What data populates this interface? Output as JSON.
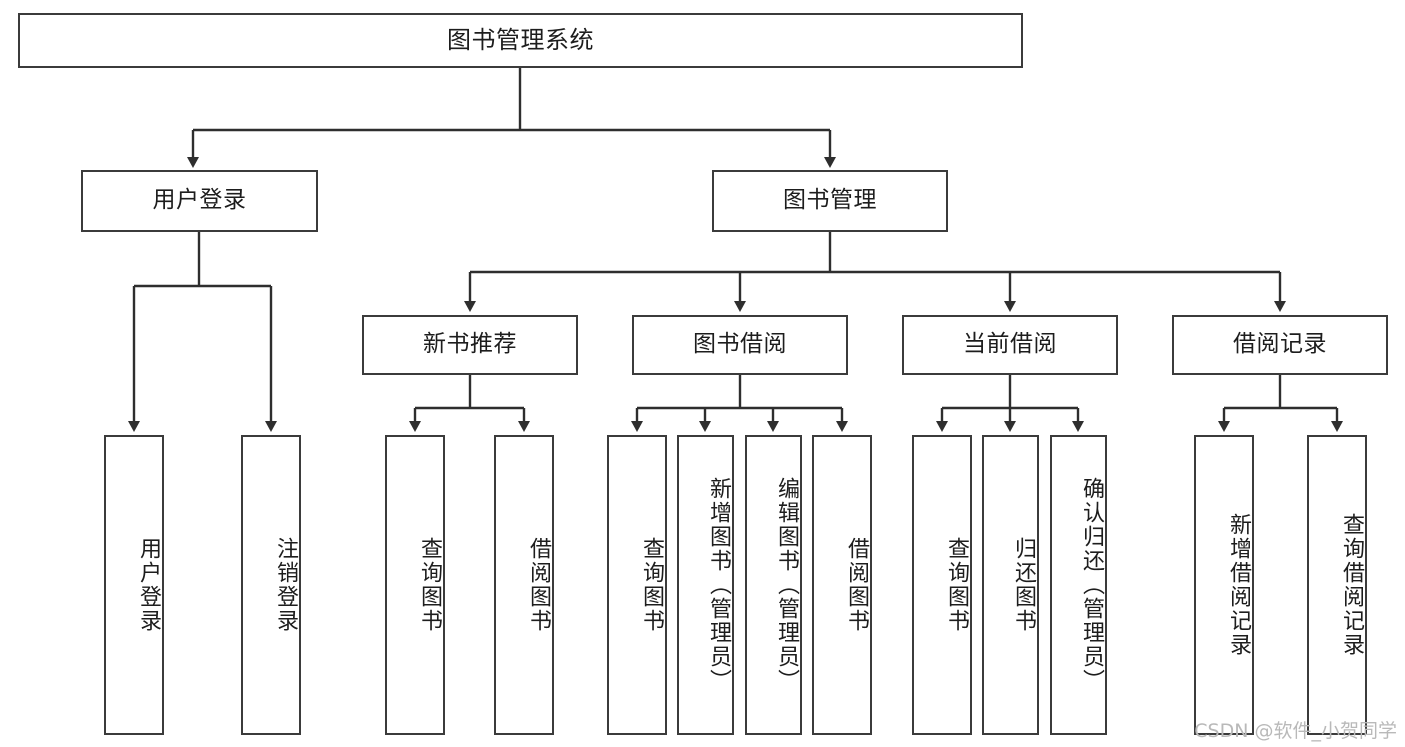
{
  "diagram": {
    "type": "tree",
    "title": "图书管理系统",
    "watermark": "CSDN @软件_小贺同学",
    "accent_color": "#3b3b3b",
    "background_color": "#ffffff",
    "root": {
      "label": "图书管理系统"
    },
    "level2": [
      {
        "label": "用户登录"
      },
      {
        "label": "图书管理"
      }
    ],
    "level3": [
      {
        "label": "新书推荐"
      },
      {
        "label": "图书借阅"
      },
      {
        "label": "当前借阅"
      },
      {
        "label": "借阅记录"
      }
    ],
    "leaves": {
      "user_login": [
        {
          "label": "用户登录"
        },
        {
          "label": "注销登录"
        }
      ],
      "new_book_recommend": [
        {
          "label": "查询图书"
        },
        {
          "label": "借阅图书"
        }
      ],
      "book_borrow": [
        {
          "label": "查询图书"
        },
        {
          "label": "新增图书（管理员）"
        },
        {
          "label": "编辑图书（管理员）"
        },
        {
          "label": "借阅图书"
        }
      ],
      "current_borrow": [
        {
          "label": "查询图书"
        },
        {
          "label": "归还图书"
        },
        {
          "label": "确认归还（管理员）"
        }
      ],
      "borrow_record": [
        {
          "label": "新增借阅记录"
        },
        {
          "label": "查询借阅记录"
        }
      ]
    }
  }
}
